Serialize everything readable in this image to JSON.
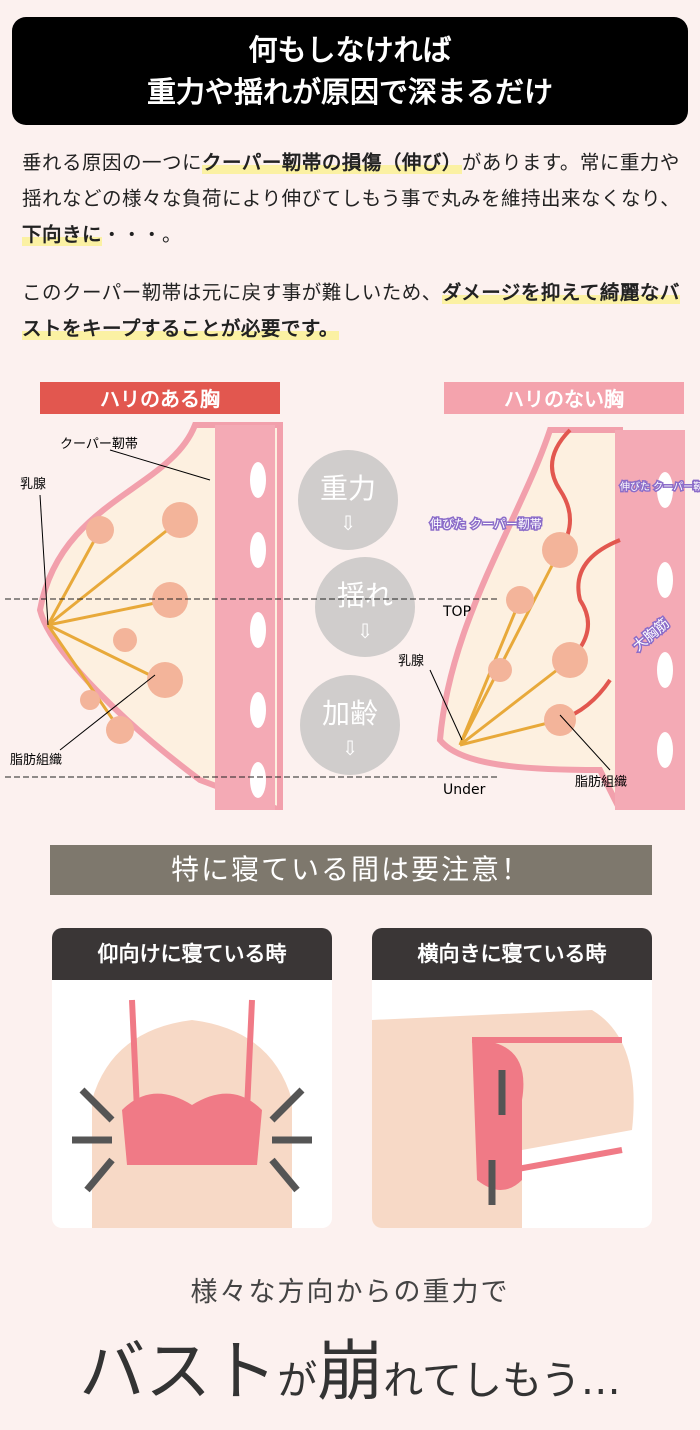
{
  "title": {
    "line1": "何もしなければ",
    "line2": "重力や揺れが原因で深まるだけ"
  },
  "paragraph1": {
    "t1": "垂れる原因の一つに",
    "h1": "クーパー靭帯の損傷（伸び）",
    "t2": "があります。",
    "t3": "常に重力や揺れなどの様々な負荷により伸びてしもう事で丸みを維持出来なくなり、",
    "h2": "下向きに",
    "t4": "・・・。"
  },
  "paragraph2": {
    "t1": "このクーパー靭帯は元に戻す事が難しいため、",
    "h1": "ダメージを抑えて綺麗なバストをキープすることが必要です。"
  },
  "diagram": {
    "left_title": "ハリのある胸",
    "right_title": "ハリのない胸",
    "left_labels": {
      "cooper": "クーパー靭帯",
      "mammary": "乳腺",
      "fat": "脂肪組織"
    },
    "right_labels": {
      "stretched": "伸びた クーパー靭帯",
      "stretched2": "伸びた クーパー靭帯",
      "pectoral": "大胸筋",
      "mammary": "乳腺",
      "fat": "脂肪組織"
    },
    "causes": [
      "重力",
      "揺れ",
      "加齢"
    ],
    "arrow": "⇩",
    "top": "TOP",
    "under": "Under"
  },
  "banner": "特に寝ている間は要注意！",
  "cards": [
    {
      "title": "仰向けに寝ている時"
    },
    {
      "title": "横向きに寝ている時"
    }
  ],
  "footer": {
    "sub": "様々な方向からの重力で",
    "big1": "バスト",
    "small1": "が",
    "big2": "崩",
    "small2": "れてしもう…"
  },
  "colors": {
    "pink": "#f08a92",
    "red": "#e2574f",
    "skin": "#f6d7c3"
  }
}
